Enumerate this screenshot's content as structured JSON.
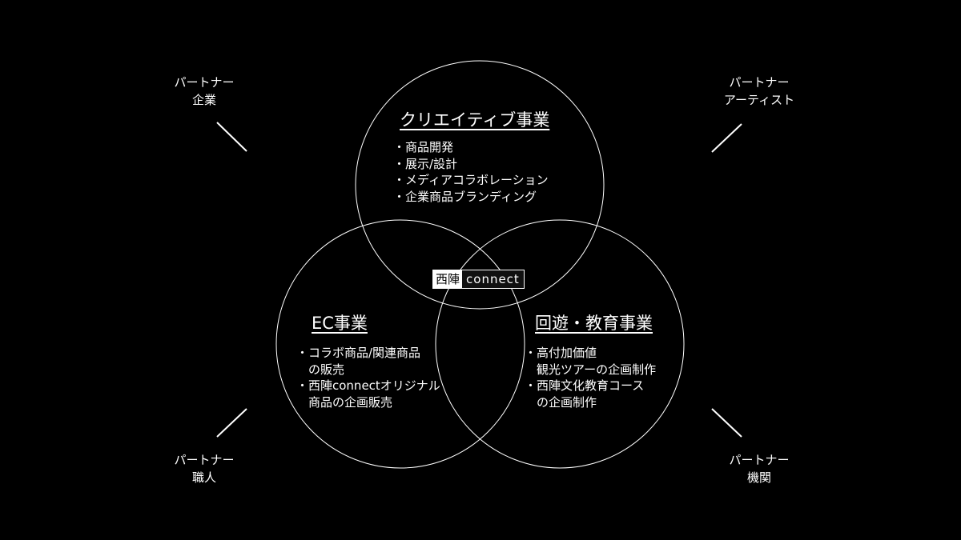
{
  "partners": {
    "top_left": [
      "パートナー",
      "企業"
    ],
    "top_right": [
      "パートナー",
      "アーティスト"
    ],
    "bottom_left": [
      "パートナー",
      "職人"
    ],
    "bottom_right": [
      "パートナー",
      "機関"
    ]
  },
  "circles": {
    "creative": {
      "title": "クリエイティブ事業",
      "items": [
        "・商品開発",
        "・展示/設計",
        "・メディアコラボレーション",
        "・企業商品ブランディング"
      ]
    },
    "ec": {
      "title": "EC事業",
      "items": [
        "・コラボ商品/関連商品",
        "　の販売",
        "・西陣connectオリジナル",
        "　商品の企画販売"
      ]
    },
    "tour": {
      "title": "回遊・教育事業",
      "items": [
        "・高付加価値",
        "　観光ツアーの企画制作",
        "・西陣文化教育コース",
        "　の企画制作"
      ]
    }
  },
  "logo": {
    "part1": "西陣",
    "part2": "connect"
  }
}
